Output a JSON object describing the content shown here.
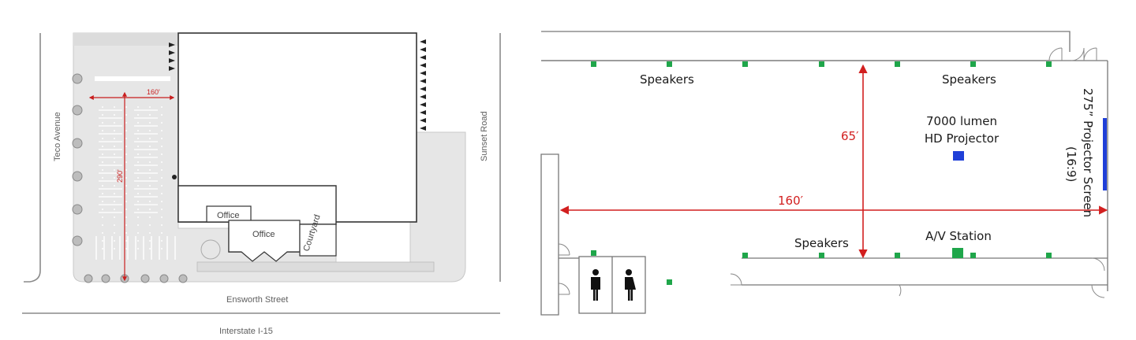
{
  "site_plan": {
    "streets": {
      "west": "Teco Avenue",
      "east": "Sunset Road",
      "south": "Ensworth Street",
      "highway": "Interstate I-15"
    },
    "rooms": {
      "office_small": "Office",
      "office_main": "Office",
      "courtyard": "Courtyard"
    },
    "dimensions": {
      "width": "160'",
      "length": "290'"
    }
  },
  "hall_layout": {
    "speakers_top_left": "Speakers",
    "speakers_top_right": "Speakers",
    "speakers_bottom": "Speakers",
    "projector_line1": "7000 lumen",
    "projector_line2": "HD Projector",
    "screen_line1": "275” Projector Screen",
    "screen_line2": "(16:9)",
    "av_station": "A/V Station",
    "dim_width": "65′",
    "dim_length": "160′"
  },
  "colors": {
    "dimension": "#d21f1f",
    "speaker": "#1fa64a",
    "projector": "#1f3fd8",
    "lot": "#e6e6e6",
    "building_line": "#333333"
  }
}
